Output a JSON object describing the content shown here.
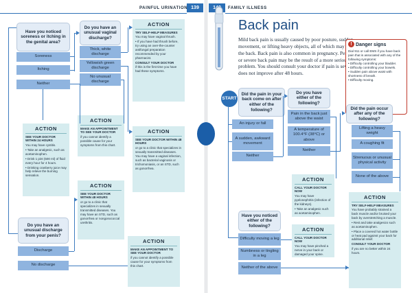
{
  "left": {
    "running_head": "PAINFUL URINATION",
    "page_number": "139",
    "q_vaginal": "Have you noticed soreness or itching in the genital area?",
    "q_vaginal_options": [
      "Soreness",
      "Itching",
      "Neither"
    ],
    "q_discharge_vaginal": "Do you have an unusual vaginal discharge?",
    "q_discharge_options": [
      "Thick, white discharge",
      "Yellowish green discharge",
      "No unusual discharge"
    ],
    "act1": {
      "heading": "ACTION",
      "bold": "Try self-help measures",
      "lines": [
        "You may have vaginal thrush.",
        "• If you have had thrush before, try using an over-the-counter antifungal preparation recommended by your pharmacist.",
        "CONSULT YOUR DOCTOR",
        "if this is the first time you have had these symptoms."
      ]
    },
    "act2": {
      "heading": "ACTION",
      "bold": "See your doctor within 24 hours",
      "lines": [
        "You may have cystitis.",
        "• Take an analgesic, such as acetaminophen.",
        "• Drink 1 pint (500 ml) of fluid every hour for 4 hours.",
        "• Drinking cranberry juice may help relieve the burning sensation."
      ]
    },
    "act3": {
      "heading": "ACTION",
      "bold": "Make an appointment to see your doctor",
      "lines": [
        "if you cannot identify a possible cause for your symptoms from this chart."
      ]
    },
    "act4": {
      "heading": "ACTION",
      "bold": "See your doctor within 48 hours",
      "lines": [
        "or go to a clinic that specializes in sexually transmitted diseases. You may have a vaginal infection, such as bacterial vaginosis or trichomoniasis, or an STD, such as gonorrhea."
      ]
    },
    "act5": {
      "heading": "ACTION",
      "bold": "See your doctor within 48 hours",
      "lines": [
        "or go to a clinic that specializes in sexually transmitted diseases. You may have an STD, such as gonorrhea or nongonococcal urethritis."
      ]
    },
    "act6": {
      "heading": "ACTION",
      "bold": "Make an appointment to see your doctor",
      "lines": [
        "if you cannot identify a possible cause for your symptoms from this chart."
      ]
    },
    "q_penis": "Do you have an unusual discharge from your penis?",
    "q_penis_options": [
      "Discharge",
      "No discharge"
    ]
  },
  "right": {
    "running_head": "FAMILY ILLNESS",
    "page_number": "140",
    "title": "Back pain",
    "intro": "Mild back pain is usually caused by poor posture, sudden movement, or lifting heavy objects, all of which may strain the back. Back pain is also common in pregnancy. Persistent or severe back pain may be the result of a more serious problem. You should consult your doctor if pain is severe or does not improve after 48 hours.",
    "danger": {
      "icon": "!",
      "title": "Danger signs",
      "text": "Dial 911 or call EMS if you have back pain that is associated with any of the following symptoms:",
      "items": [
        "• Difficulty controlling your bladder.",
        "• Difficulty controlling your bowels.",
        "• Sudden pain above waist with shortness of breath.",
        "• Difficulty moving."
      ]
    },
    "start": "START",
    "q1": "Did the pain in your back come on after either of the following?",
    "q1_options": [
      "An injury or fall",
      "A sudden, awkward movement",
      "Neither"
    ],
    "q2": "Do you have either of the following?",
    "q2_options": [
      "Pain in the back just above the waist",
      "A temperature of 100.4°F (38°C) or above",
      "Neither"
    ],
    "q3": "Did the pain occur after any of the following?",
    "q3_options": [
      "Lifting a heavy weight",
      "A coughing fit",
      "Strenuous or unusual physical activity",
      "None of the above"
    ],
    "q4": "Have you noticed either of the following?",
    "q4_options": [
      "Difficulty moving a leg",
      "Numbness or tingling in a leg",
      "Neither of the above"
    ],
    "act1": {
      "heading": "ACTION",
      "bold": "Call your doctor now",
      "lines": [
        "You may have pyelonephritis (infection of the kidneys).",
        "• Take an analgesic such as acetaminophen."
      ]
    },
    "act2": {
      "heading": "ACTION",
      "bold": "Call your doctor now",
      "lines": [
        "You may have pinched a nerve in your back or damaged your spine."
      ]
    },
    "act3": {
      "heading": "ACTION",
      "bold": "Try self-help measures",
      "lines": [
        "You have probably strained a back muscle and/or bruised your back by overstretching a muscle.",
        "• Rest and take analgesics such as acetaminophen.",
        "• Place a covered hot water bottle or heat pad against your back for additional relief.",
        "CONSULT YOUR DOCTOR",
        "if you are no better within 24 hours."
      ]
    }
  },
  "colors": {
    "accent": "#2b6fb6",
    "question_fill": "#e3ecf6",
    "answer_fill": "#8fb4df",
    "action_fill": "#d6ecef",
    "danger": "#c0392b"
  }
}
